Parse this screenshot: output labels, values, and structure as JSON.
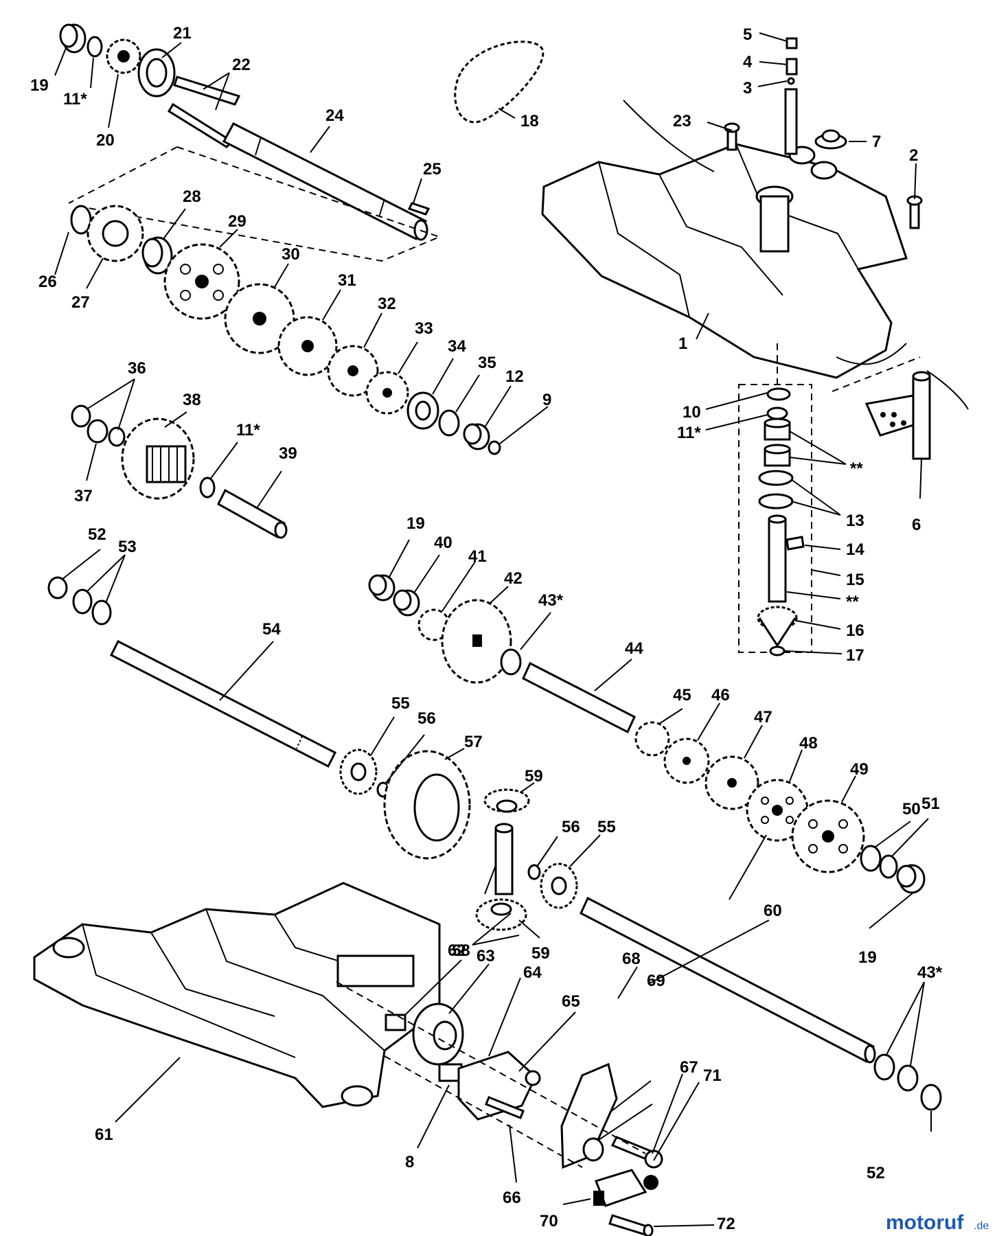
{
  "labels": {
    "p1": "1",
    "p2": "2",
    "p3": "3",
    "p4": "4",
    "p5": "5",
    "p6": "6",
    "p7": "7",
    "p8": "8",
    "p9": "9",
    "p10": "10",
    "p11a": "11*",
    "p11b": "11*",
    "p11c": "11*",
    "p12": "12",
    "p13": "13",
    "p14": "14",
    "p15": "15",
    "p16": "16",
    "p17": "17",
    "p18": "18",
    "p19a": "19",
    "p19b": "19",
    "p19c": "19",
    "p20": "20",
    "p21": "21",
    "p22": "22",
    "p23": "23",
    "p24": "24",
    "p25": "25",
    "p26": "26",
    "p27": "27",
    "p28": "28",
    "p29": "29",
    "p30": "30",
    "p31": "31",
    "p32": "32",
    "p33": "33",
    "p34": "34",
    "p35": "35",
    "p36": "36",
    "p37": "37",
    "p38": "38",
    "p39": "39",
    "p40": "40",
    "p41": "41",
    "p42": "42",
    "p43a": "43*",
    "p43b": "43*",
    "p44": "44",
    "p45": "45",
    "p46": "46",
    "p47": "47",
    "p48": "48",
    "p49": "49",
    "p50": "50",
    "p51": "51",
    "p52a": "52",
    "p52b": "52",
    "p53": "53",
    "p54": "54",
    "p55a": "55",
    "p55b": "55",
    "p56a": "56",
    "p56b": "56",
    "p57": "57",
    "p58": "58",
    "p59a": "59",
    "p59b": "59",
    "p60": "60",
    "p61": "61",
    "p62": "62",
    "p63": "63",
    "p64": "64",
    "p65": "65",
    "p66": "66",
    "p67": "67",
    "p68": "68",
    "p69": "69",
    "p70": "70",
    "p71": "71",
    "p72": "72",
    "starA": "**",
    "starB": "**"
  },
  "watermark": {
    "brand": "motoruf",
    "suffix": ".de"
  },
  "colors": {
    "ink": "#000000",
    "paper": "#ffffff",
    "brand_blue": "#1f5aa8",
    "brand_orange": "#f08a1c"
  }
}
